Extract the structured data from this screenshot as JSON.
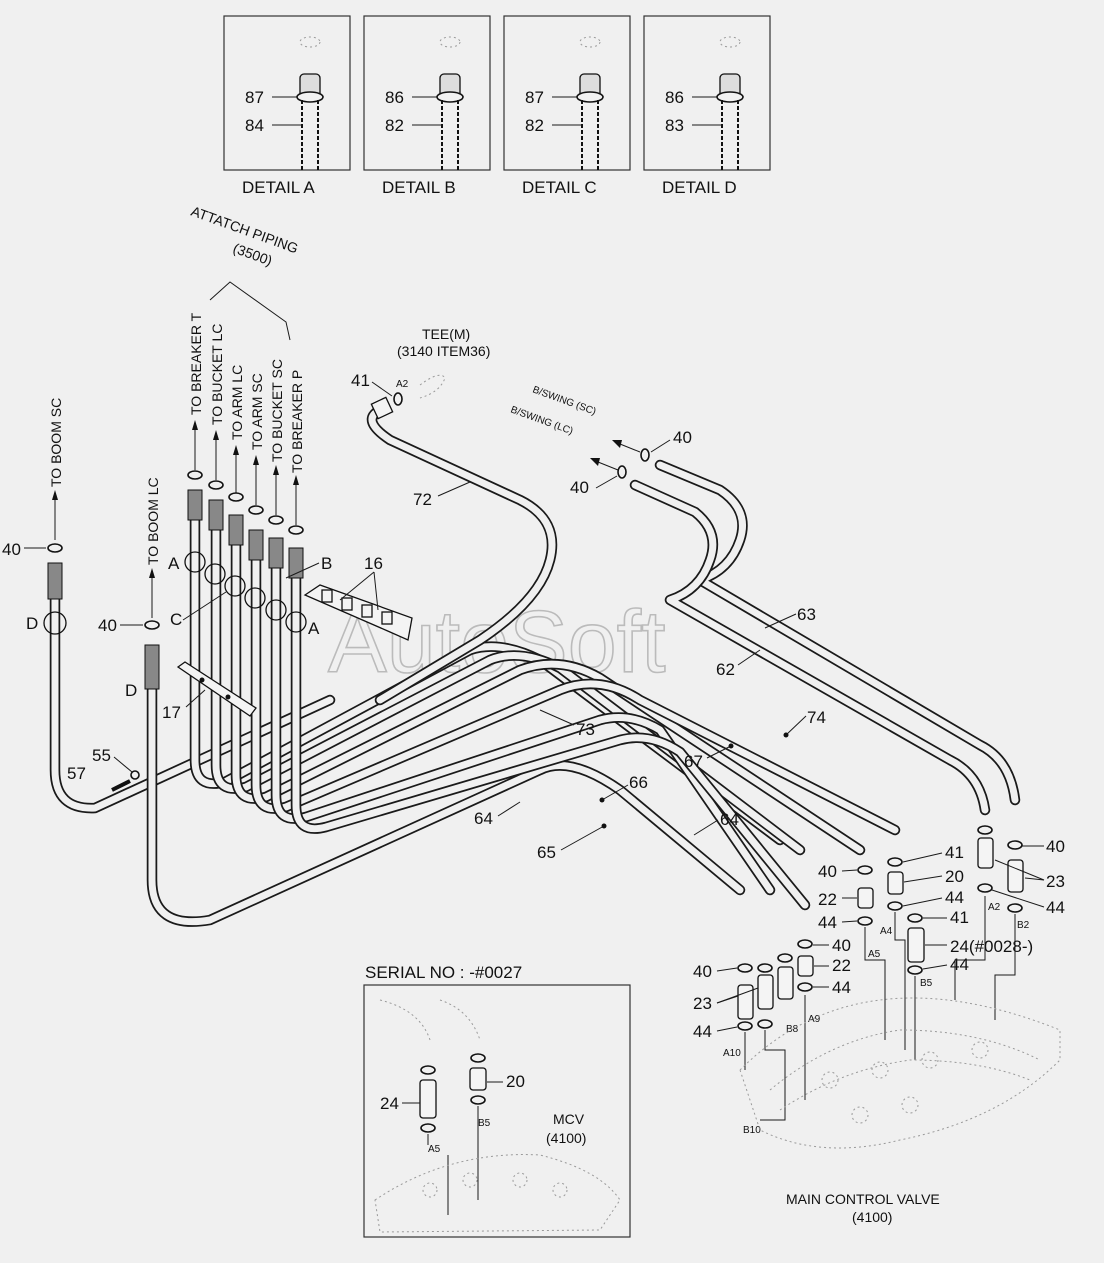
{
  "details": [
    {
      "title": "DETAIL A",
      "upper": "87",
      "lower": "84"
    },
    {
      "title": "DETAIL B",
      "upper": "86",
      "lower": "82"
    },
    {
      "title": "DETAIL C",
      "upper": "87",
      "lower": "82"
    },
    {
      "title": "DETAIL D",
      "upper": "86",
      "lower": "83"
    }
  ],
  "attach_piping": {
    "title": "ATTATCH PIPING",
    "code": "(3500)"
  },
  "attach_lines": [
    "TO BREAKER T",
    "TO BUCKET LC",
    "TO ARM LC",
    "TO ARM SC",
    "TO BUCKET SC",
    "TO BREAKER P"
  ],
  "boom": {
    "sc": "TO BOOM SC",
    "lc": "TO BOOM LC"
  },
  "tee": {
    "name": "TEE(M)",
    "ref": "(3140 ITEM36)",
    "port": "A2"
  },
  "swing": {
    "sc": "B/SWING (SC)",
    "lc": "B/SWING (LC)"
  },
  "detail_markers": {
    "a": "A",
    "b": "B",
    "c": "C",
    "d": "D"
  },
  "watermark": "AutoSoft",
  "items": {
    "i16": "16",
    "i17": "17",
    "i20": "20",
    "i22": "22",
    "i23": "23",
    "i24_serial": "24(#0028-)",
    "i24": "24",
    "i40": "40",
    "i41": "41",
    "i44": "44",
    "i55": "55",
    "i57": "57",
    "i62": "62",
    "i63": "63",
    "i64": "64",
    "i65": "65",
    "i66": "66",
    "i67": "67",
    "i72": "72",
    "i73": "73",
    "i74": "74"
  },
  "ports": {
    "a2": "A2",
    "b2": "B2",
    "a4": "A4",
    "a5": "A5",
    "b5": "B5",
    "a9": "A9",
    "b8": "B8",
    "a10": "A10",
    "b10": "B10"
  },
  "serial_box": {
    "title": "SERIAL NO : -#0027",
    "mcv": "MCV",
    "mcv_ref": "(4100)"
  },
  "main_valve": {
    "title": "MAIN CONTROL VALVE",
    "ref": "(4100)"
  }
}
